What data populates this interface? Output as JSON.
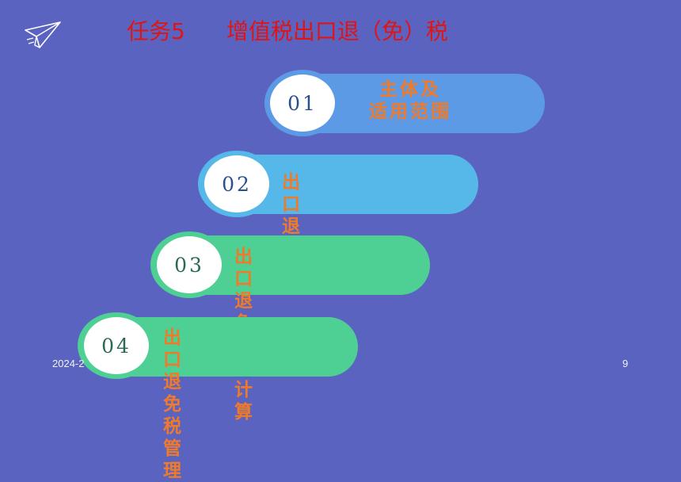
{
  "slide": {
    "title_task": "任务5",
    "title_topic": "增值税出口退（免）税",
    "footer_date": "2024-2",
    "page_number": "9",
    "logo_icon": "paper-plane-icon"
  },
  "items": [
    {
      "number": "01",
      "label": "主体及\n适用范围",
      "pill_color": "#5c9ae6",
      "ring_color": "#5c9ae6",
      "number_color": "#2a4f8f"
    },
    {
      "number": "02",
      "label": "出口退税率",
      "pill_color": "#55b8e8",
      "ring_color": "#55b8e8",
      "number_color": "#2a4f8f"
    },
    {
      "number": "03",
      "label": "出口退免税额计\n算",
      "pill_color": "#4ecf93",
      "ring_color": "#4ecf93",
      "number_color": "#2a6a55"
    },
    {
      "number": "04",
      "label": "出口退免税管理",
      "pill_color": "#4ecf93",
      "ring_color": "#4ecf93",
      "number_color": "#2a6a55"
    }
  ],
  "colors": {
    "background": "#5b63c1",
    "title": "#e01414",
    "label": "#ef7a2a"
  }
}
